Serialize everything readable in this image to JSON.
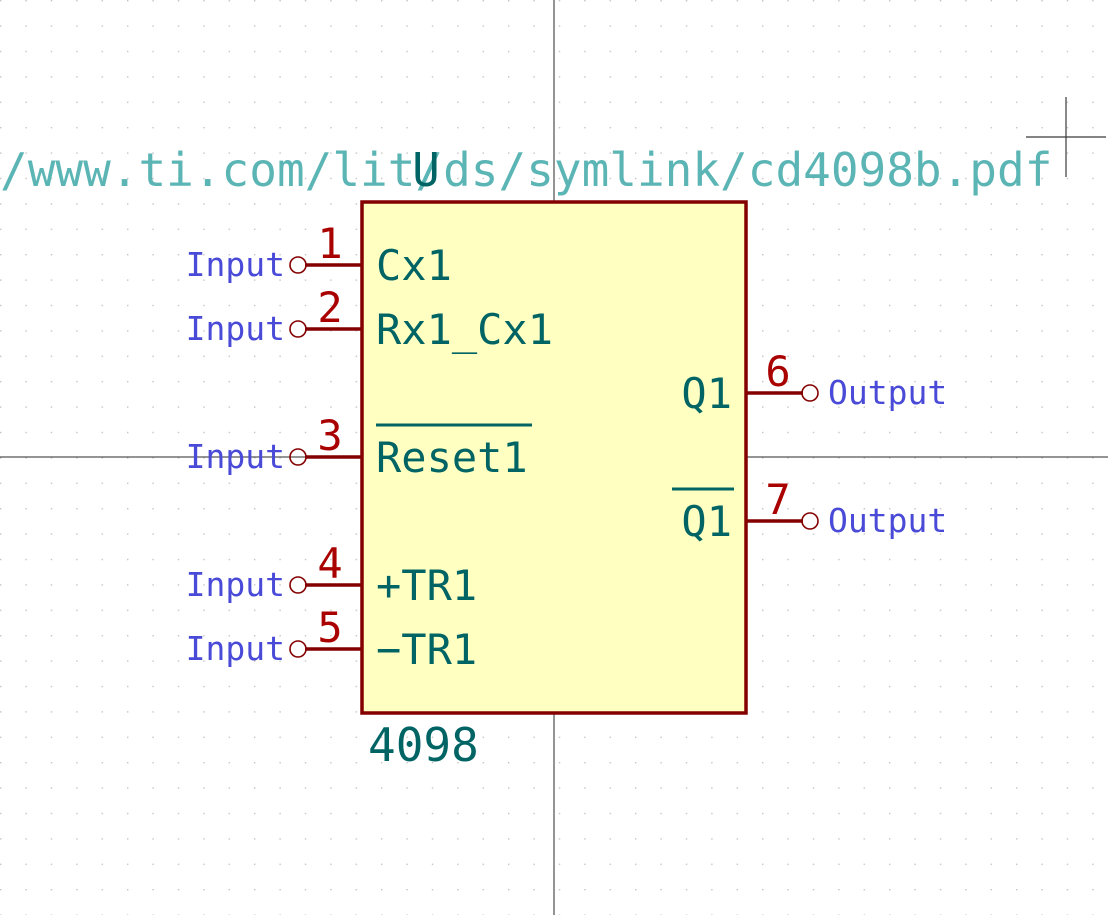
{
  "symbol": {
    "reference": "U",
    "value": "4098",
    "datasheet": "/www.ti.com/lit/ds/symlink/cd4098b.pdf"
  },
  "pins_left": [
    {
      "number": "1",
      "name": "Cx1",
      "type": "Input",
      "inverted": false
    },
    {
      "number": "2",
      "name": "Rx1_Cx1",
      "type": "Input",
      "inverted": false
    },
    {
      "number": "3",
      "name": "Reset1",
      "type": "Input",
      "inverted": true
    },
    {
      "number": "4",
      "name": "+TR1",
      "type": "Input",
      "inverted": false
    },
    {
      "number": "5",
      "name": "−TR1",
      "type": "Input",
      "inverted": false
    }
  ],
  "pins_right": [
    {
      "number": "6",
      "name": "Q1",
      "type": "Output",
      "inverted": false
    },
    {
      "number": "7",
      "name": "Q1",
      "type": "Output",
      "inverted": true
    }
  ],
  "colors": {
    "body_fill": "#ffffc2",
    "body_stroke": "#840000",
    "pin_line": "#840000",
    "pin_number": "#a90000",
    "pin_name": "#006464",
    "pin_type": "#4a4ad8",
    "field_text": "#006464",
    "datasheet_text": "#5cb5b5",
    "grid_dot": "#c4c4c4",
    "axis_line": "#2a2a2a",
    "cursor_line": "#3a3a3a"
  }
}
